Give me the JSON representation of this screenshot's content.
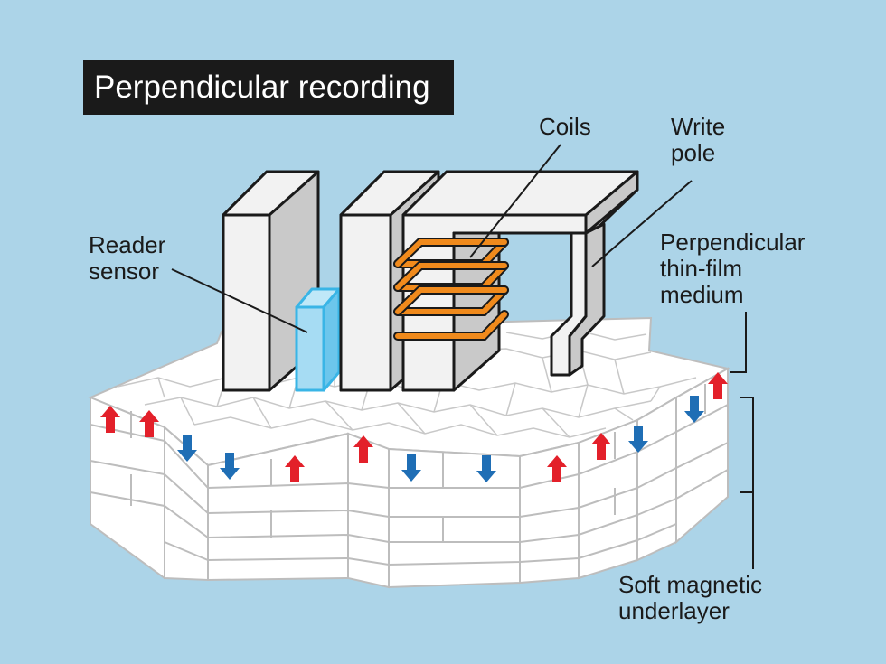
{
  "title": "Perpendicular recording",
  "labels": {
    "coils": [
      "Coils"
    ],
    "write_pole": [
      "Write",
      "pole"
    ],
    "reader_sensor": [
      "Reader",
      "sensor"
    ],
    "medium": [
      "Perpendicular",
      "thin-film",
      "medium"
    ],
    "underlayer": [
      "Soft magnetic",
      "underlayer"
    ]
  },
  "magnetization": {
    "front_arrows": [
      "up",
      "up",
      "down",
      "down",
      "up",
      "up",
      "down",
      "down",
      "up",
      "up",
      "down",
      "down",
      "up"
    ],
    "colors": {
      "up": "#e3202a",
      "down": "#1f6eb5"
    }
  },
  "colors": {
    "background": "#acd4e8",
    "title_bg": "#1a1a1a",
    "coil": "#f08a1c",
    "reader_sensor": "#8fd3f2",
    "head_light": "#f2f2f2",
    "head_shade": "#c9c9c9",
    "outline": "#1a1a1a",
    "grid": "#bdbdbd"
  }
}
